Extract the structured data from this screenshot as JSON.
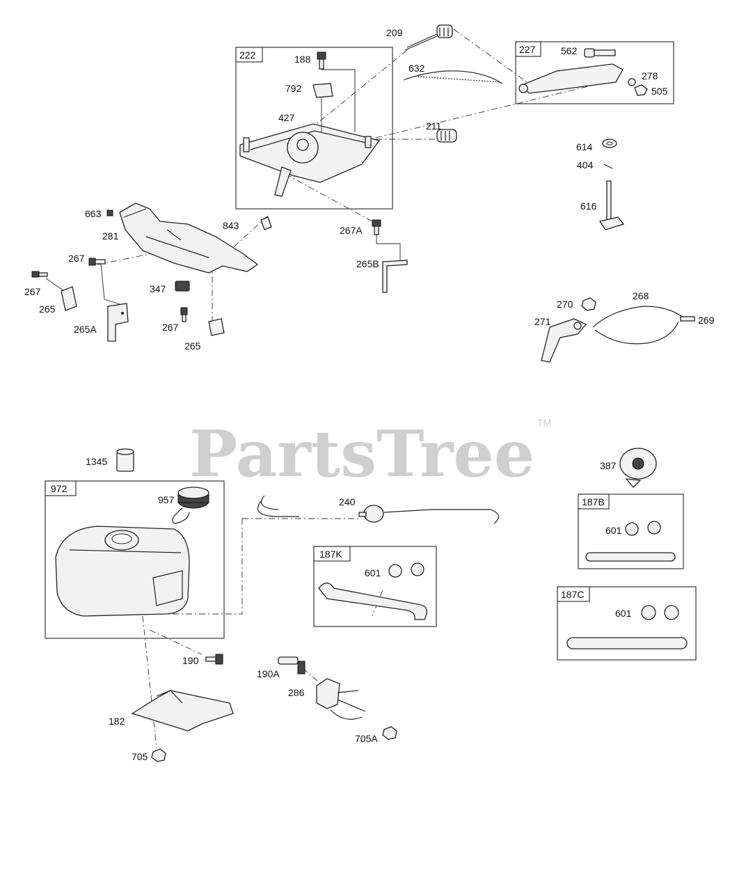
{
  "watermark": {
    "brand": "PartsTree",
    "trademark": "TM"
  },
  "boxes": [
    {
      "id": "222"
    },
    {
      "id": "227"
    },
    {
      "id": "972"
    },
    {
      "id": "187K"
    },
    {
      "id": "187B"
    },
    {
      "id": "187C"
    }
  ],
  "callouts": [
    "209",
    "188",
    "792",
    "427",
    "632",
    "562",
    "278",
    "505",
    "211",
    "614",
    "404",
    "616",
    "663",
    "281",
    "843",
    "267A",
    "267",
    "265B",
    "347",
    "267",
    "265",
    "265A",
    "267",
    "265",
    "270",
    "268",
    "271",
    "269",
    "1345",
    "957",
    "240",
    "387",
    "601",
    "601",
    "601",
    "190",
    "190A",
    "286",
    "182",
    "705A",
    "705"
  ]
}
